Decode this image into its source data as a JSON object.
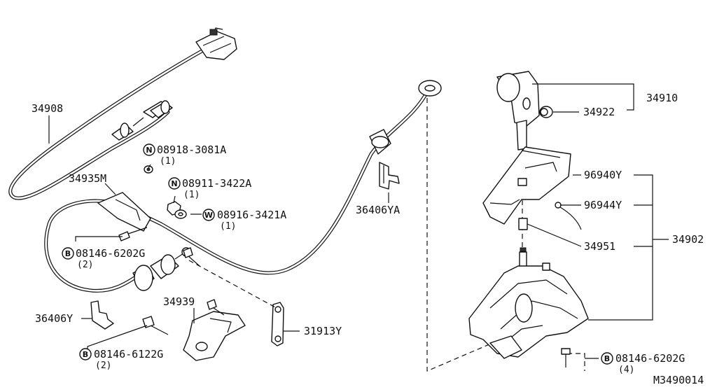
{
  "parts": {
    "p34908": "34908",
    "p34935M": "34935M",
    "n1_code": "08918-3081A",
    "n1_qty": "(1)",
    "n2_code": "08911-3422A",
    "n2_qty": "(1)",
    "w1_code": "08916-3421A",
    "w1_qty": "(1)",
    "b1_code": "08146-6202G",
    "b1_qty": "(2)",
    "p36406YA": "36406YA",
    "p36406Y": "36406Y",
    "p34939": "34939",
    "b2_code": "08146-6122G",
    "b2_qty": "(2)",
    "p31913Y": "31913Y",
    "p34910": "34910",
    "p34922": "34922",
    "p96940Y": "96940Y",
    "p96944Y": "96944Y",
    "p34951": "34951",
    "p34902": "34902",
    "b3_code": "08146-6202G",
    "b3_qty": "(4)"
  },
  "markers": {
    "n": "N",
    "w": "W",
    "b": "B"
  },
  "diagram_id": "M3490014"
}
